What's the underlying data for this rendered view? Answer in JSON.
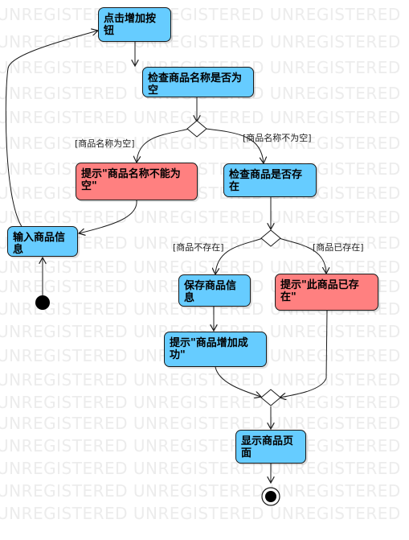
{
  "watermark": {
    "text": "UNREGISTERED"
  },
  "nodes": {
    "click_add": "点击增加按钮",
    "check_name": "检查商品名称是否为空",
    "prompt_name_empty": "提示\"商品名称不能为空\"",
    "check_exists": "检查商品是否存在",
    "input_info": "输入商品信息",
    "save_info": "保存商品信息",
    "prompt_exists": "提示\"此商品已存在\"",
    "prompt_success": "提示\"商品增加成功\"",
    "show_page": "显示商品页面"
  },
  "guards": {
    "name_empty": "[商品名称为空]",
    "name_not_empty": "[商品名称不为空]",
    "not_exists": "[商品不存在]",
    "exists": "[商品已存在]"
  },
  "colors": {
    "action_fill": "#66ccff",
    "error_fill": "#ff8080",
    "stroke": "#1a1a1a"
  }
}
